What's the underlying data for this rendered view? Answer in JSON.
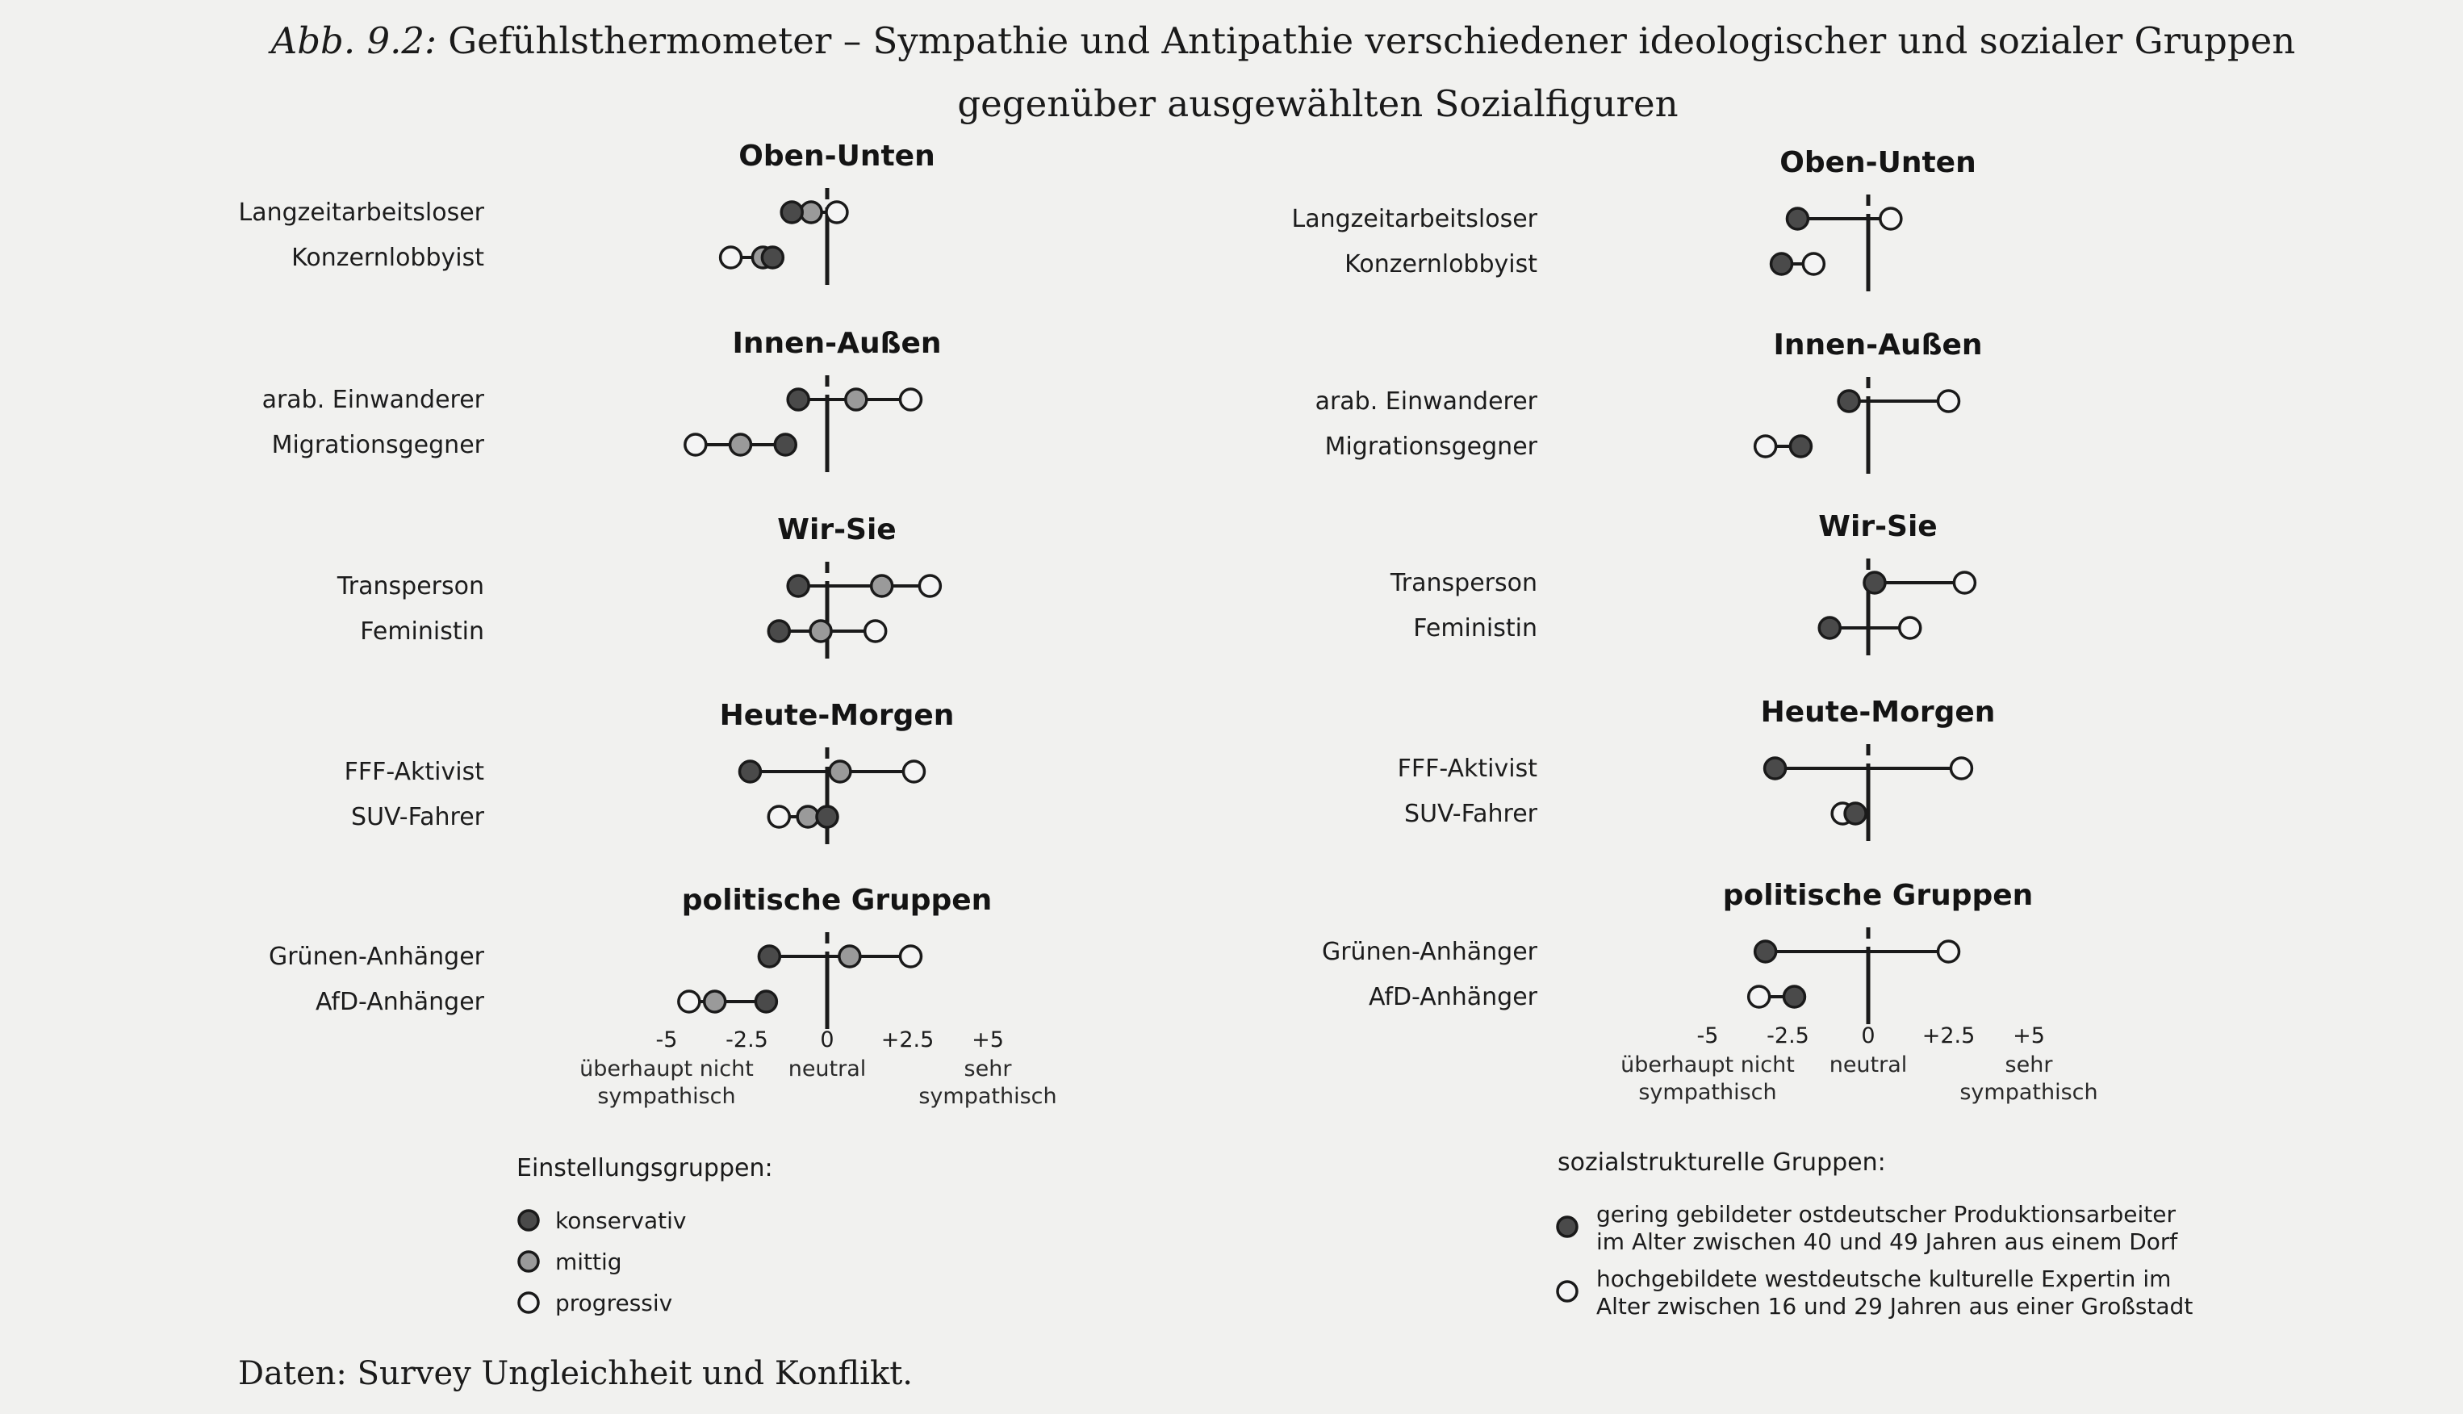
{
  "title": {
    "prefix": "Abb. 9.2:",
    "line1": "Gefühlsthermometer – Sympathie und Antipathie verschiedener ideologischer und sozialer Gruppen",
    "line2": "gegenüber ausgewählten Sozialfiguren"
  },
  "footer": "Daten: Survey Ungleichheit und Konflikt.",
  "colors": {
    "konservativ": "#4a4a4a",
    "mittig": "#9a9a9a",
    "progressiv": "#f4f4f4",
    "stroke": "#1a1a1a"
  },
  "chart_data": [
    {
      "type": "dot-range",
      "xlim": [
        -5,
        5
      ],
      "ticks": [
        {
          "value": -5,
          "label": "-5",
          "sub": [
            "überhaupt nicht",
            "sympathisch"
          ]
        },
        {
          "value": -2.5,
          "label": "-2.5",
          "sub": []
        },
        {
          "value": 0,
          "label": "0",
          "sub": [
            "neutral"
          ]
        },
        {
          "value": 2.5,
          "label": "+2.5",
          "sub": []
        },
        {
          "value": 5,
          "label": "+5",
          "sub": [
            "sehr",
            "sympathisch"
          ]
        }
      ],
      "legend_title": "Einstellungsgruppen:",
      "legend": [
        {
          "key": "konservativ",
          "label": "konservativ"
        },
        {
          "key": "mittig",
          "label": "mittig"
        },
        {
          "key": "progressiv",
          "label": "progressiv"
        }
      ],
      "groups": [
        {
          "title": "Oben-Unten",
          "rows": [
            {
              "label": "Langzeitarbeitsloser",
              "points": {
                "konservativ": -1.1,
                "mittig": -0.5,
                "progressiv": 0.3
              }
            },
            {
              "label": "Konzernlobbyist",
              "points": {
                "konservativ": -1.7,
                "mittig": -2.0,
                "progressiv": -3.0
              }
            }
          ]
        },
        {
          "title": "Innen-Außen",
          "rows": [
            {
              "label": "arab. Einwanderer",
              "points": {
                "konservativ": -0.9,
                "mittig": 0.9,
                "progressiv": 2.6
              }
            },
            {
              "label": "Migrationsgegner",
              "points": {
                "konservativ": -1.3,
                "mittig": -2.7,
                "progressiv": -4.1
              }
            }
          ]
        },
        {
          "title": "Wir-Sie",
          "rows": [
            {
              "label": "Transperson",
              "points": {
                "konservativ": -0.9,
                "mittig": 1.7,
                "progressiv": 3.2
              }
            },
            {
              "label": "Feministin",
              "points": {
                "konservativ": -1.5,
                "mittig": -0.2,
                "progressiv": 1.5
              }
            }
          ]
        },
        {
          "title": "Heute-Morgen",
          "rows": [
            {
              "label": "FFF-Aktivist",
              "points": {
                "konservativ": -2.4,
                "mittig": 0.4,
                "progressiv": 2.7
              }
            },
            {
              "label": "SUV-Fahrer",
              "points": {
                "konservativ": 0.0,
                "mittig": -0.6,
                "progressiv": -1.5
              }
            }
          ]
        },
        {
          "title": "politische Gruppen",
          "rows": [
            {
              "label": "Grünen-Anhänger",
              "points": {
                "konservativ": -1.8,
                "mittig": 0.7,
                "progressiv": 2.6
              }
            },
            {
              "label": "AfD-Anhänger",
              "points": {
                "konservativ": -1.9,
                "mittig": -3.5,
                "progressiv": -4.3
              }
            }
          ]
        }
      ]
    },
    {
      "type": "dot-range",
      "xlim": [
        -5,
        5
      ],
      "ticks": [
        {
          "value": -5,
          "label": "-5",
          "sub": [
            "überhaupt nicht",
            "sympathisch"
          ]
        },
        {
          "value": -2.5,
          "label": "-2.5",
          "sub": []
        },
        {
          "value": 0,
          "label": "0",
          "sub": [
            "neutral"
          ]
        },
        {
          "value": 2.5,
          "label": "+2.5",
          "sub": []
        },
        {
          "value": 5,
          "label": "+5",
          "sub": [
            "sehr",
            "sympathisch"
          ]
        }
      ],
      "legend_title": "sozialstrukturelle Gruppen:",
      "legend": [
        {
          "key": "konservativ",
          "lines": [
            "gering gebildeter ostdeutscher Produktionsarbeiter",
            "im Alter zwischen 40 und 49 Jahren aus einem Dorf"
          ]
        },
        {
          "key": "progressiv",
          "lines": [
            "hochgebildete westdeutsche kulturelle Expertin im",
            "Alter zwischen 16 und 29 Jahren aus einer Großstadt"
          ]
        }
      ],
      "groups": [
        {
          "title": "Oben-Unten",
          "rows": [
            {
              "label": "Langzeitarbeitsloser",
              "points": {
                "konservativ": -2.2,
                "progressiv": 0.7
              }
            },
            {
              "label": "Konzernlobbyist",
              "points": {
                "konservativ": -2.7,
                "progressiv": -1.7
              }
            }
          ]
        },
        {
          "title": "Innen-Außen",
          "rows": [
            {
              "label": "arab. Einwanderer",
              "points": {
                "konservativ": -0.6,
                "progressiv": 2.5
              }
            },
            {
              "label": "Migrationsgegner",
              "points": {
                "konservativ": -2.1,
                "progressiv": -3.2
              }
            }
          ]
        },
        {
          "title": "Wir-Sie",
          "rows": [
            {
              "label": "Transperson",
              "points": {
                "konservativ": 0.2,
                "progressiv": 3.0
              }
            },
            {
              "label": "Feministin",
              "points": {
                "konservativ": -1.2,
                "progressiv": 1.3
              }
            }
          ]
        },
        {
          "title": "Heute-Morgen",
          "rows": [
            {
              "label": "FFF-Aktivist",
              "points": {
                "konservativ": -2.9,
                "progressiv": 2.9
              }
            },
            {
              "label": "SUV-Fahrer",
              "points": {
                "konservativ": -0.4,
                "progressiv": -0.8
              }
            }
          ]
        },
        {
          "title": "politische Gruppen",
          "rows": [
            {
              "label": "Grünen-Anhänger",
              "points": {
                "konservativ": -3.2,
                "progressiv": 2.5
              }
            },
            {
              "label": "AfD-Anhänger",
              "points": {
                "konservativ": -2.3,
                "progressiv": -3.4
              }
            }
          ]
        }
      ]
    }
  ]
}
